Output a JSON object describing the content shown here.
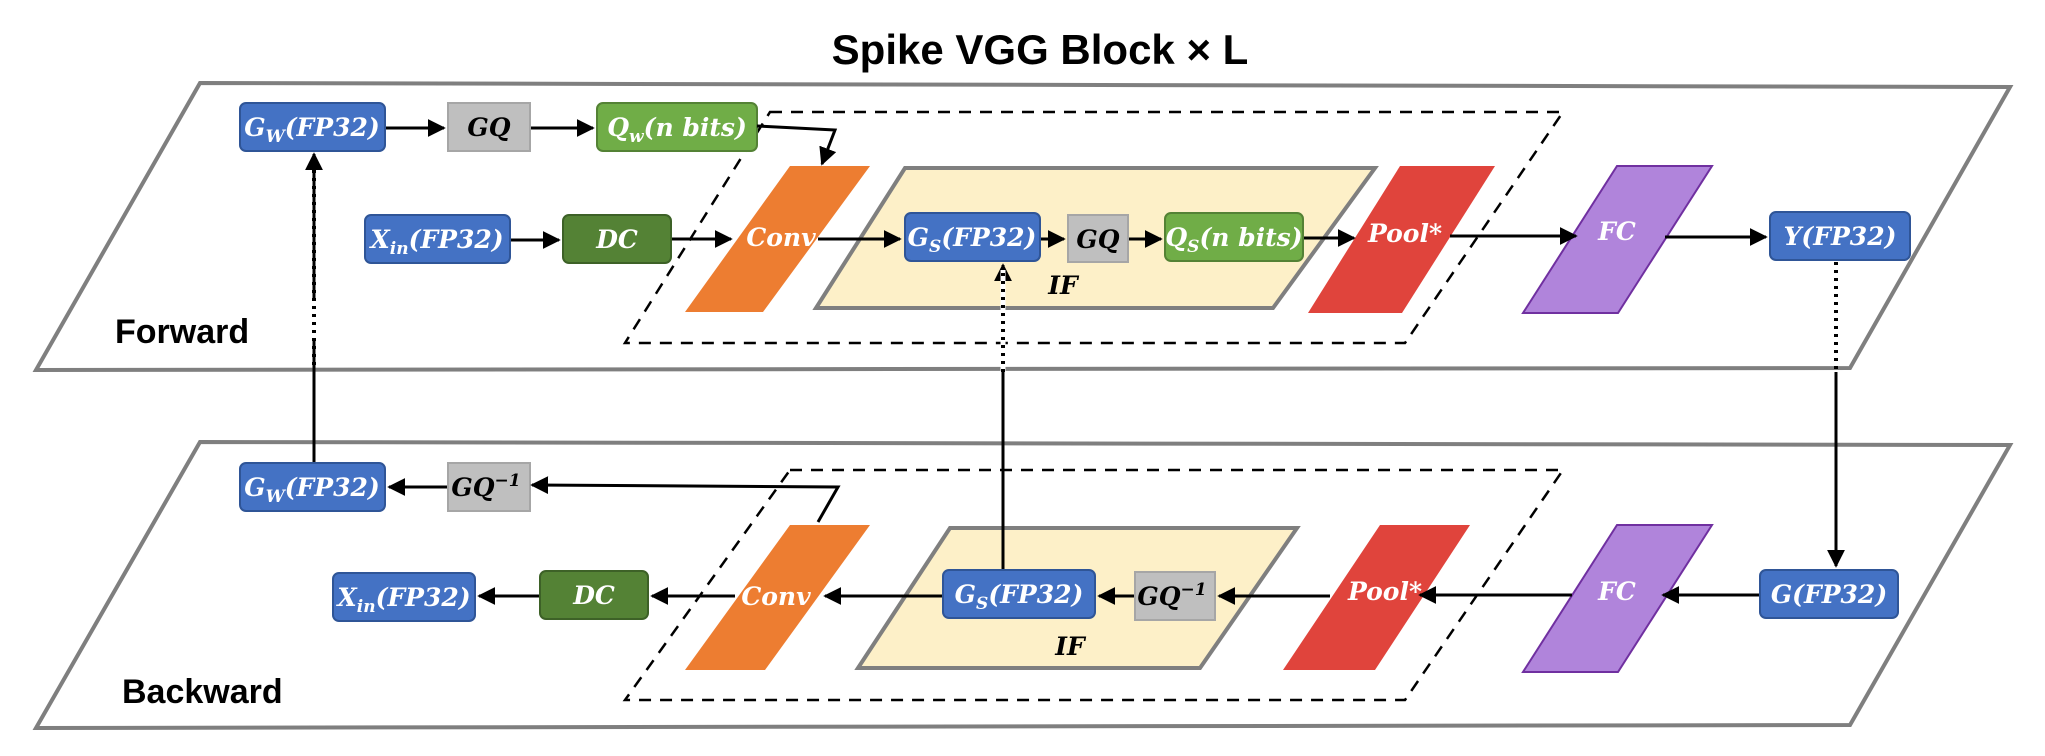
{
  "title": "Spike VGG Block × L",
  "forward": {
    "label": "Forward",
    "gw": {
      "main": "G",
      "sub": "W",
      "rest": "(FP32)"
    },
    "gq": "GQ",
    "qw": {
      "main": "Q",
      "sub": "w",
      "rest": "(n bits)"
    },
    "xin": {
      "main": "X",
      "sub": "in",
      "rest": "(FP32)"
    },
    "dc": "DC",
    "conv": "Conv",
    "gs": {
      "main": "G",
      "sub": "S",
      "rest": "(FP32)"
    },
    "gq_inner": "GQ",
    "qs": {
      "main": "Q",
      "sub": "S",
      "rest": "(n bits)"
    },
    "if_label": "IF",
    "pool": "Pool*",
    "fc": "FC",
    "y": "Y(FP32)"
  },
  "backward": {
    "label": "Backward",
    "gw": {
      "main": "G",
      "sub": "W",
      "rest": "(FP32)"
    },
    "gq_inv": {
      "main": "GQ",
      "sup": "−1"
    },
    "xin": {
      "main": "X",
      "sub": "in",
      "rest": "(FP32)"
    },
    "dc": "DC",
    "conv": "Conv",
    "gs": {
      "main": "G",
      "sub": "S",
      "rest": "(FP32)"
    },
    "gq_inv_inner": {
      "main": "GQ",
      "sup": "−1"
    },
    "if_label": "IF",
    "pool": "Pool*",
    "fc": "FC",
    "g": "G(FP32)"
  },
  "colors": {
    "blue": "#4472c4",
    "gray": "#bfbfbf",
    "light_green": "#70ad47",
    "dark_green": "#548235",
    "orange": "#ed7d31",
    "red": "#e0443c",
    "purple": "#b084db",
    "if_fill": "#fdf0c8",
    "plane_stroke": "#7f7f7f"
  }
}
